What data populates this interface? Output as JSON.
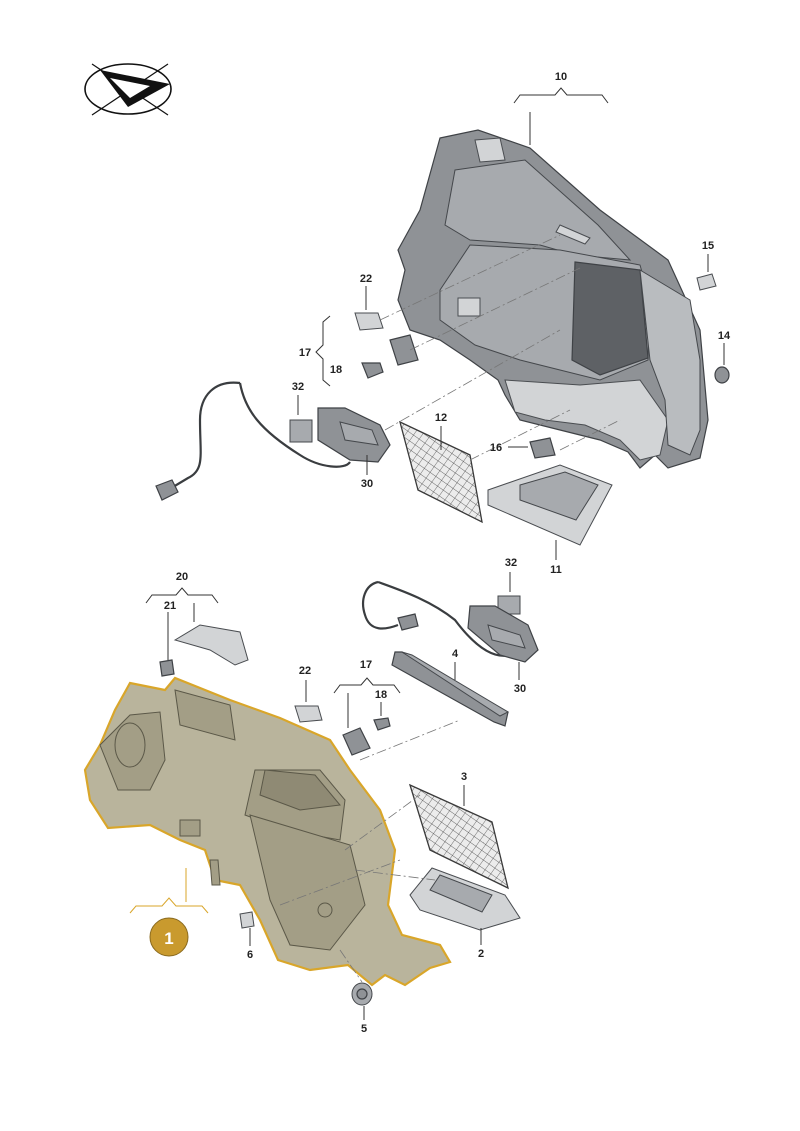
{
  "diagram": {
    "logo_icon": "paper-plane-ellipse-icon",
    "labels": {
      "p10": "10",
      "p15": "15",
      "p14": "14",
      "p22a": "22",
      "p17a": "17",
      "p18a": "18",
      "p32a": "32",
      "p12": "12",
      "p16": "16",
      "p30a": "30",
      "p11": "11",
      "p20": "20",
      "p21": "21",
      "p32b": "32",
      "p4": "4",
      "p30b": "30",
      "p22b": "22",
      "p17b": "17",
      "p18b": "18",
      "p3": "3",
      "p1": "1",
      "p6": "6",
      "p2": "2",
      "p5": "5"
    },
    "colors": {
      "highlight_fill": "#b9b49c",
      "highlight_outline": "#d9a62a",
      "badge": "#c99a2e",
      "part_grey": "#8f9296"
    }
  }
}
